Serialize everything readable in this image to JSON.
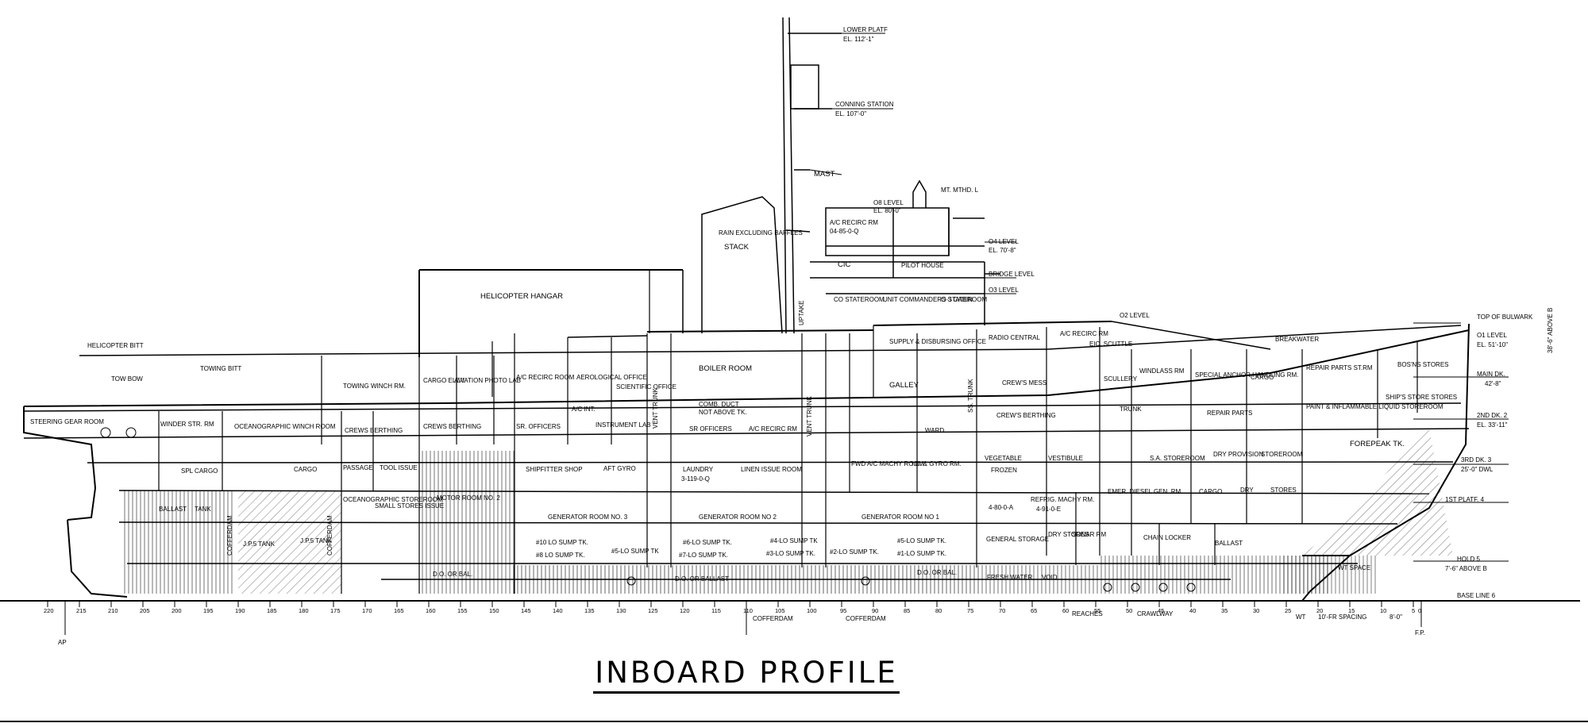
{
  "title": "INBOARD PROFILE",
  "mast_labels": {
    "lower_platform": "LOWER PLATF",
    "lower_platform_el": "EL. 112'-1\"",
    "conning_station": "CONNING STATION",
    "conning_station_el": "EL. 107'-0\"",
    "mast": "MAST",
    "mast_head": "MT. MTHD. L",
    "o8_level": "O8 LEVEL",
    "o8_level_el": "EL. 80'-0\"",
    "o4_level": "O4 LEVEL",
    "o4_level_el": "EL. 70'-8\"",
    "bridge_level": "BRIDGE LEVEL",
    "o3_level": "O3 LEVEL",
    "o2_level": "O2 LEVEL",
    "o1_level": "O1 LEVEL",
    "o1_level_el": "EL. 51'-10\"",
    "top_bulwark": "TOP OF BULWARK",
    "main_dk": "MAIN DK.",
    "main_dk_el": "42'-8\"",
    "second_dk": "2ND DK. 2",
    "second_dk_el": "EL. 33'-11\"",
    "third_dk": "3RD DK. 3",
    "third_dk_el": "25'-0\" DWL",
    "first_platf": "1ST PLATF. 4",
    "hold": "HOLD 5",
    "hold_el": "7'-6\" ABOVE B",
    "baseline": "BASE LINE 6"
  },
  "compartments": {
    "helicopter_hangar": "HELICOPTER HANGAR",
    "stack": "STACK",
    "rain_baffles": "RAIN EXCLUDING BAFFLES",
    "cic": "CIC",
    "pilot_house": "PILOT HOUSE",
    "ac_recirc_top": "A/C RECIRC RM",
    "ac_recirc_top_id": "04-85-0-Q",
    "co_stateroom": "CO STATEROOM",
    "unit_commanders": "UNIT COMMANDERS STATEROOM",
    "o3_cabin": "O-3 CABIN",
    "boiler_room": "BOILER ROOM",
    "radio_central": "RADIO CENTRAL",
    "ac_recirc_rm": "A/C RECIRC RM",
    "crews_mess": "CREW'S MESS",
    "galley": "GALLEY",
    "scullery": "SCULLERY",
    "windlass_rm": "WINDLASS RM",
    "special_anchor": "SPECIAL ANCHOR HANDLING RM.",
    "cargo_fwd": "CARGO",
    "repair_parts_str": "REPAIR PARTS ST.RM",
    "bosns_stores": "BOS'NS STORES",
    "paint_storeroom": "PAINT & INFLAMMABLE LIQUID STOREROOM",
    "ships_store_stores": "SHIP'S STORE STORES",
    "crews_berthing_fwd": "CREW'S BERTHING",
    "trunk": "TRUNK",
    "repair_parts": "REPAIR PARTS",
    "forepeak": "FOREPEAK TK.",
    "ward": "WARD",
    "lc_gyro": "I.C. & GYRO RM.",
    "fwd_ac": "FWD A/C MACHY ROOM",
    "vestibule": "VESTIBULE",
    "vegetable": "VEGETABLE",
    "frozen": "FROZEN",
    "frozen_id": "4-80-0-A",
    "refrig_machy": "REFRIG. MACHY RM.",
    "refrig_machy_id": "4-91-0-E",
    "emer_diesel": "EMER. DIESEL GEN. RM",
    "sa_storeroom": "S.A. STOREROOM",
    "dry_prov": "DRY PROVISION",
    "storeroom": "STOREROOM",
    "cargo_lower": "CARGO",
    "dry_stores": "DRY",
    "stores": "STORES",
    "ballast_fwd": "BALLAST",
    "general_storage": "GENERAL STORAGE",
    "dry_stores_small": "DRY STORES",
    "sonar_rm": "SONAR RM",
    "chain_locker": "CHAIN LOCKER",
    "fresh_water": "FRESH WATER",
    "void": "VOID",
    "wt_space": "WT SPACE",
    "gen_room_3": "GENERATOR ROOM NO. 3",
    "gen_room_2": "GENERATOR ROOM NO 2",
    "gen_room_1": "GENERATOR ROOM NO 1",
    "sump_10": "#10 LO SUMP TK.",
    "sump_8": "#8 LO SUMP TK.",
    "sump_5": "#5-LO SUMP TK",
    "sump_6": "#6-LO SUMP TK.",
    "sump_7": "#7-LO SUMP TK.",
    "sump_4": "#4-LO SUMP TK",
    "sump_3": "#3-LO SUMP TK.",
    "sump_2": "#2-LO SUMP TK.",
    "sump_1": "#1-LO SUMP TK.",
    "sump_5b": "#5-LO SUMP TK.",
    "do_ballast": "D.O. OR BALLAST",
    "do_ballast_2": "D.O. OR BAL.",
    "laundry": "LAUNDRY",
    "laundry_id": "3-119-0-Q",
    "linen_issue": "LINEN ISSUE ROOM",
    "aft_gyro": "AFT GYRO",
    "shipfitter_shop": "SHIPFITTER SHOP",
    "sr_officers_aft": "SR. OFFICERS",
    "sr_officers_mid": "SR OFFICERS",
    "ac_recirc_mid": "A/C RECIRC RM",
    "instrument_lab": "INSTRUMENT LAB",
    "ac_recirc_aft": "A/C RECIRC ROOM",
    "aerological_office": "AEROLOGICAL OFFICE",
    "scientific_office": "SCIENTIFIC OFFICE",
    "aviation_photo": "AVIATION PHOTO LAB",
    "cargo_elev": "CARGO ELEV.",
    "towing_winch": "TOWING WINCH RM.",
    "oceanographic_winch": "OCEANOGRAPHIC WINCH ROOM",
    "crews_berthing_aft": "CREWS BERTHING",
    "crews_berthing_aft2": "CREWS BERTHING",
    "winder_str": "WINDER STR. RM",
    "steering_gear": "STEERING GEAR ROOM",
    "spl_cargo": "SPL CARGO",
    "cargo_aft": "CARGO",
    "passage": "PASSAGE",
    "tool_issue": "TOOL ISSUE",
    "motor_room": "MOTOR ROOM NO. 2",
    "oceanographic_stores": "OCEANOGRAPHIC STOREROOM",
    "small_stores": "SMALL STORES ISSUE",
    "ballast_aft": "BALLAST",
    "tank": "TANK",
    "jp5_tank": "J.P.5 TANK",
    "jp5_tank_2": "J.P.5 TANK",
    "cofferdam": "COFFERDAM",
    "cofferdam_2": "COFFERDAM",
    "do_bal_aft": "D.O. OR BAL.",
    "vent_trunk": "VENT TRUNK",
    "vent_trunk_2": "VENT TRUNK",
    "uptake": "UPTAKE",
    "towing_bitt": "TOWING BITT",
    "helicopter_bitt": "HELICOPTER BITT",
    "tow_bow": "TOW BOW",
    "ss_trunk": "SS. TRUNK",
    "eic_scuttle": "EIC. SCUTTLE",
    "breakwater": "BREAKWATER",
    "supply_office": "SUPPLY & DISBURSING OFFICE",
    "comm_duct": "COMB. DUCT",
    "comm_duct_id": "NOT ABOVE TK.",
    "ac_intake": "A/C INT.",
    "ap": "AP",
    "fp": "F.P.",
    "frame_spacing": "10'-FR SPACING",
    "frame_spacing_b": "8'-0\"",
    "coffer_bottom": "COFFERDAM",
    "coffer_bottom_2": "COFFERDAM",
    "reaches": "REACHES",
    "crawlway": "CRAWLWAY",
    "scale_wt": "WT",
    "dim_side": "38'-6\" ABOVE B"
  },
  "frame_numbers": [
    "220",
    "215",
    "210",
    "205",
    "200",
    "195",
    "190",
    "185",
    "180",
    "175",
    "170",
    "165",
    "160",
    "155",
    "150",
    "145",
    "140",
    "135",
    "130",
    "125",
    "120",
    "115",
    "110",
    "105",
    "100",
    "95",
    "90",
    "85",
    "80",
    "75",
    "70",
    "65",
    "60",
    "55",
    "50",
    "45",
    "40",
    "35",
    "30",
    "25",
    "20",
    "15",
    "10",
    "5",
    "0"
  ]
}
